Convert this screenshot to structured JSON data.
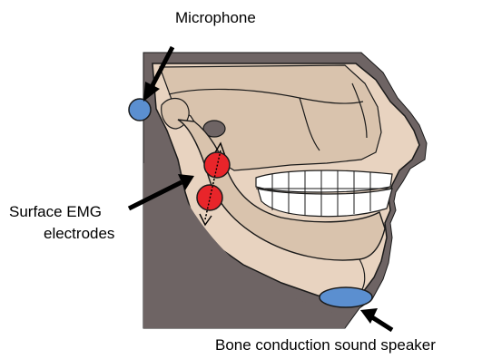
{
  "labels": {
    "microphone": "Microphone",
    "emg_line1": "Surface EMG",
    "emg_line2": "electrodes",
    "speaker": "Bone conduction sound speaker"
  },
  "colors": {
    "background_panel": "#6e6464",
    "skin": "#e8d3c0",
    "bone": "#d9c3ad",
    "outline": "#1a1a1a",
    "teeth": "#ffffff",
    "electrode_red": "#e8252a",
    "device_blue": "#5b8fd0",
    "arrow": "#000000"
  },
  "icons": {
    "microphone_marker": "blue-circle",
    "electrode_marker": "red-circle",
    "speaker_marker": "blue-ellipse",
    "pointer": "black-arrow"
  }
}
